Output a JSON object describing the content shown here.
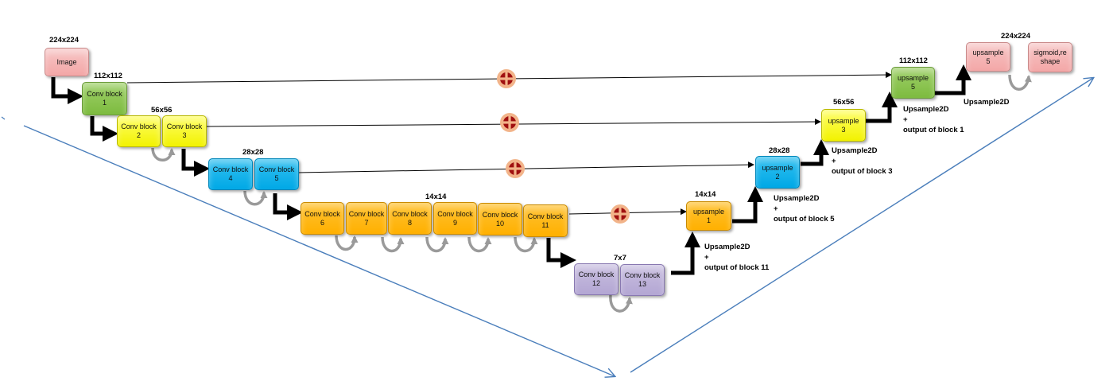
{
  "size_labels": {
    "l224_in": "224x224",
    "l112_enc": "112x112",
    "l56_enc": "56x56",
    "l28_enc": "28x28",
    "l14_enc": "14x14",
    "l7": "7x7",
    "l14_dec": "14x14",
    "l28_dec": "28x28",
    "l56_dec": "56x56",
    "l112_dec": "112x112",
    "l224_out": "224x224"
  },
  "blocks": {
    "image": {
      "line1": "Image"
    },
    "conv1": {
      "line1": "Conv block",
      "line2": "1"
    },
    "conv2": {
      "line1": "Conv block",
      "line2": "2"
    },
    "conv3": {
      "line1": "Conv block",
      "line2": "3"
    },
    "conv4": {
      "line1": "Conv block",
      "line2": "4"
    },
    "conv5": {
      "line1": "Conv block",
      "line2": "5"
    },
    "conv6": {
      "line1": "Conv block",
      "line2": "6"
    },
    "conv7": {
      "line1": "Conv block",
      "line2": "7"
    },
    "conv8": {
      "line1": "Conv block",
      "line2": "8"
    },
    "conv9": {
      "line1": "Conv block",
      "line2": "9"
    },
    "conv10": {
      "line1": "Conv block",
      "line2": "10"
    },
    "conv11": {
      "line1": "Conv block",
      "line2": "11"
    },
    "conv12": {
      "line1": "Conv block",
      "line2": "12"
    },
    "conv13": {
      "line1": "Conv block",
      "line2": "13"
    },
    "up1": {
      "line1": "upsample",
      "line2": "1"
    },
    "up2": {
      "line1": "upsample",
      "line2": "2"
    },
    "up3": {
      "line1": "upsample",
      "line2": "3"
    },
    "up4": {
      "line1": "upsample",
      "line2": "5"
    },
    "up5": {
      "line1": "upsample",
      "line2": "5"
    },
    "final": {
      "line1": "sigmoid,re",
      "line2": "shape"
    }
  },
  "annotations": {
    "a11": {
      "line1": "Upsample2D",
      "line2": "+",
      "line3": "output of block 11"
    },
    "a5": {
      "line1": "Upsample2D",
      "line2": "+",
      "line3": "output of block 5"
    },
    "a3": {
      "line1": "Upsample2D",
      "line2": "+",
      "line3": "output of block 3"
    },
    "a1": {
      "line1": "Upsample2D",
      "line2": "+",
      "line3": "output of block 1"
    },
    "final_up": "Upsample2D"
  },
  "colors": {
    "pink": "#f4b6b6",
    "green": "#8cc453",
    "yellow": "#ffff00",
    "blue": "#00b0f0",
    "orange": "#ffb900",
    "purple": "#b9add6",
    "v_line": "#4a7ebb",
    "add_circle": "#f2b48a",
    "add_cross": "#a01010"
  }
}
